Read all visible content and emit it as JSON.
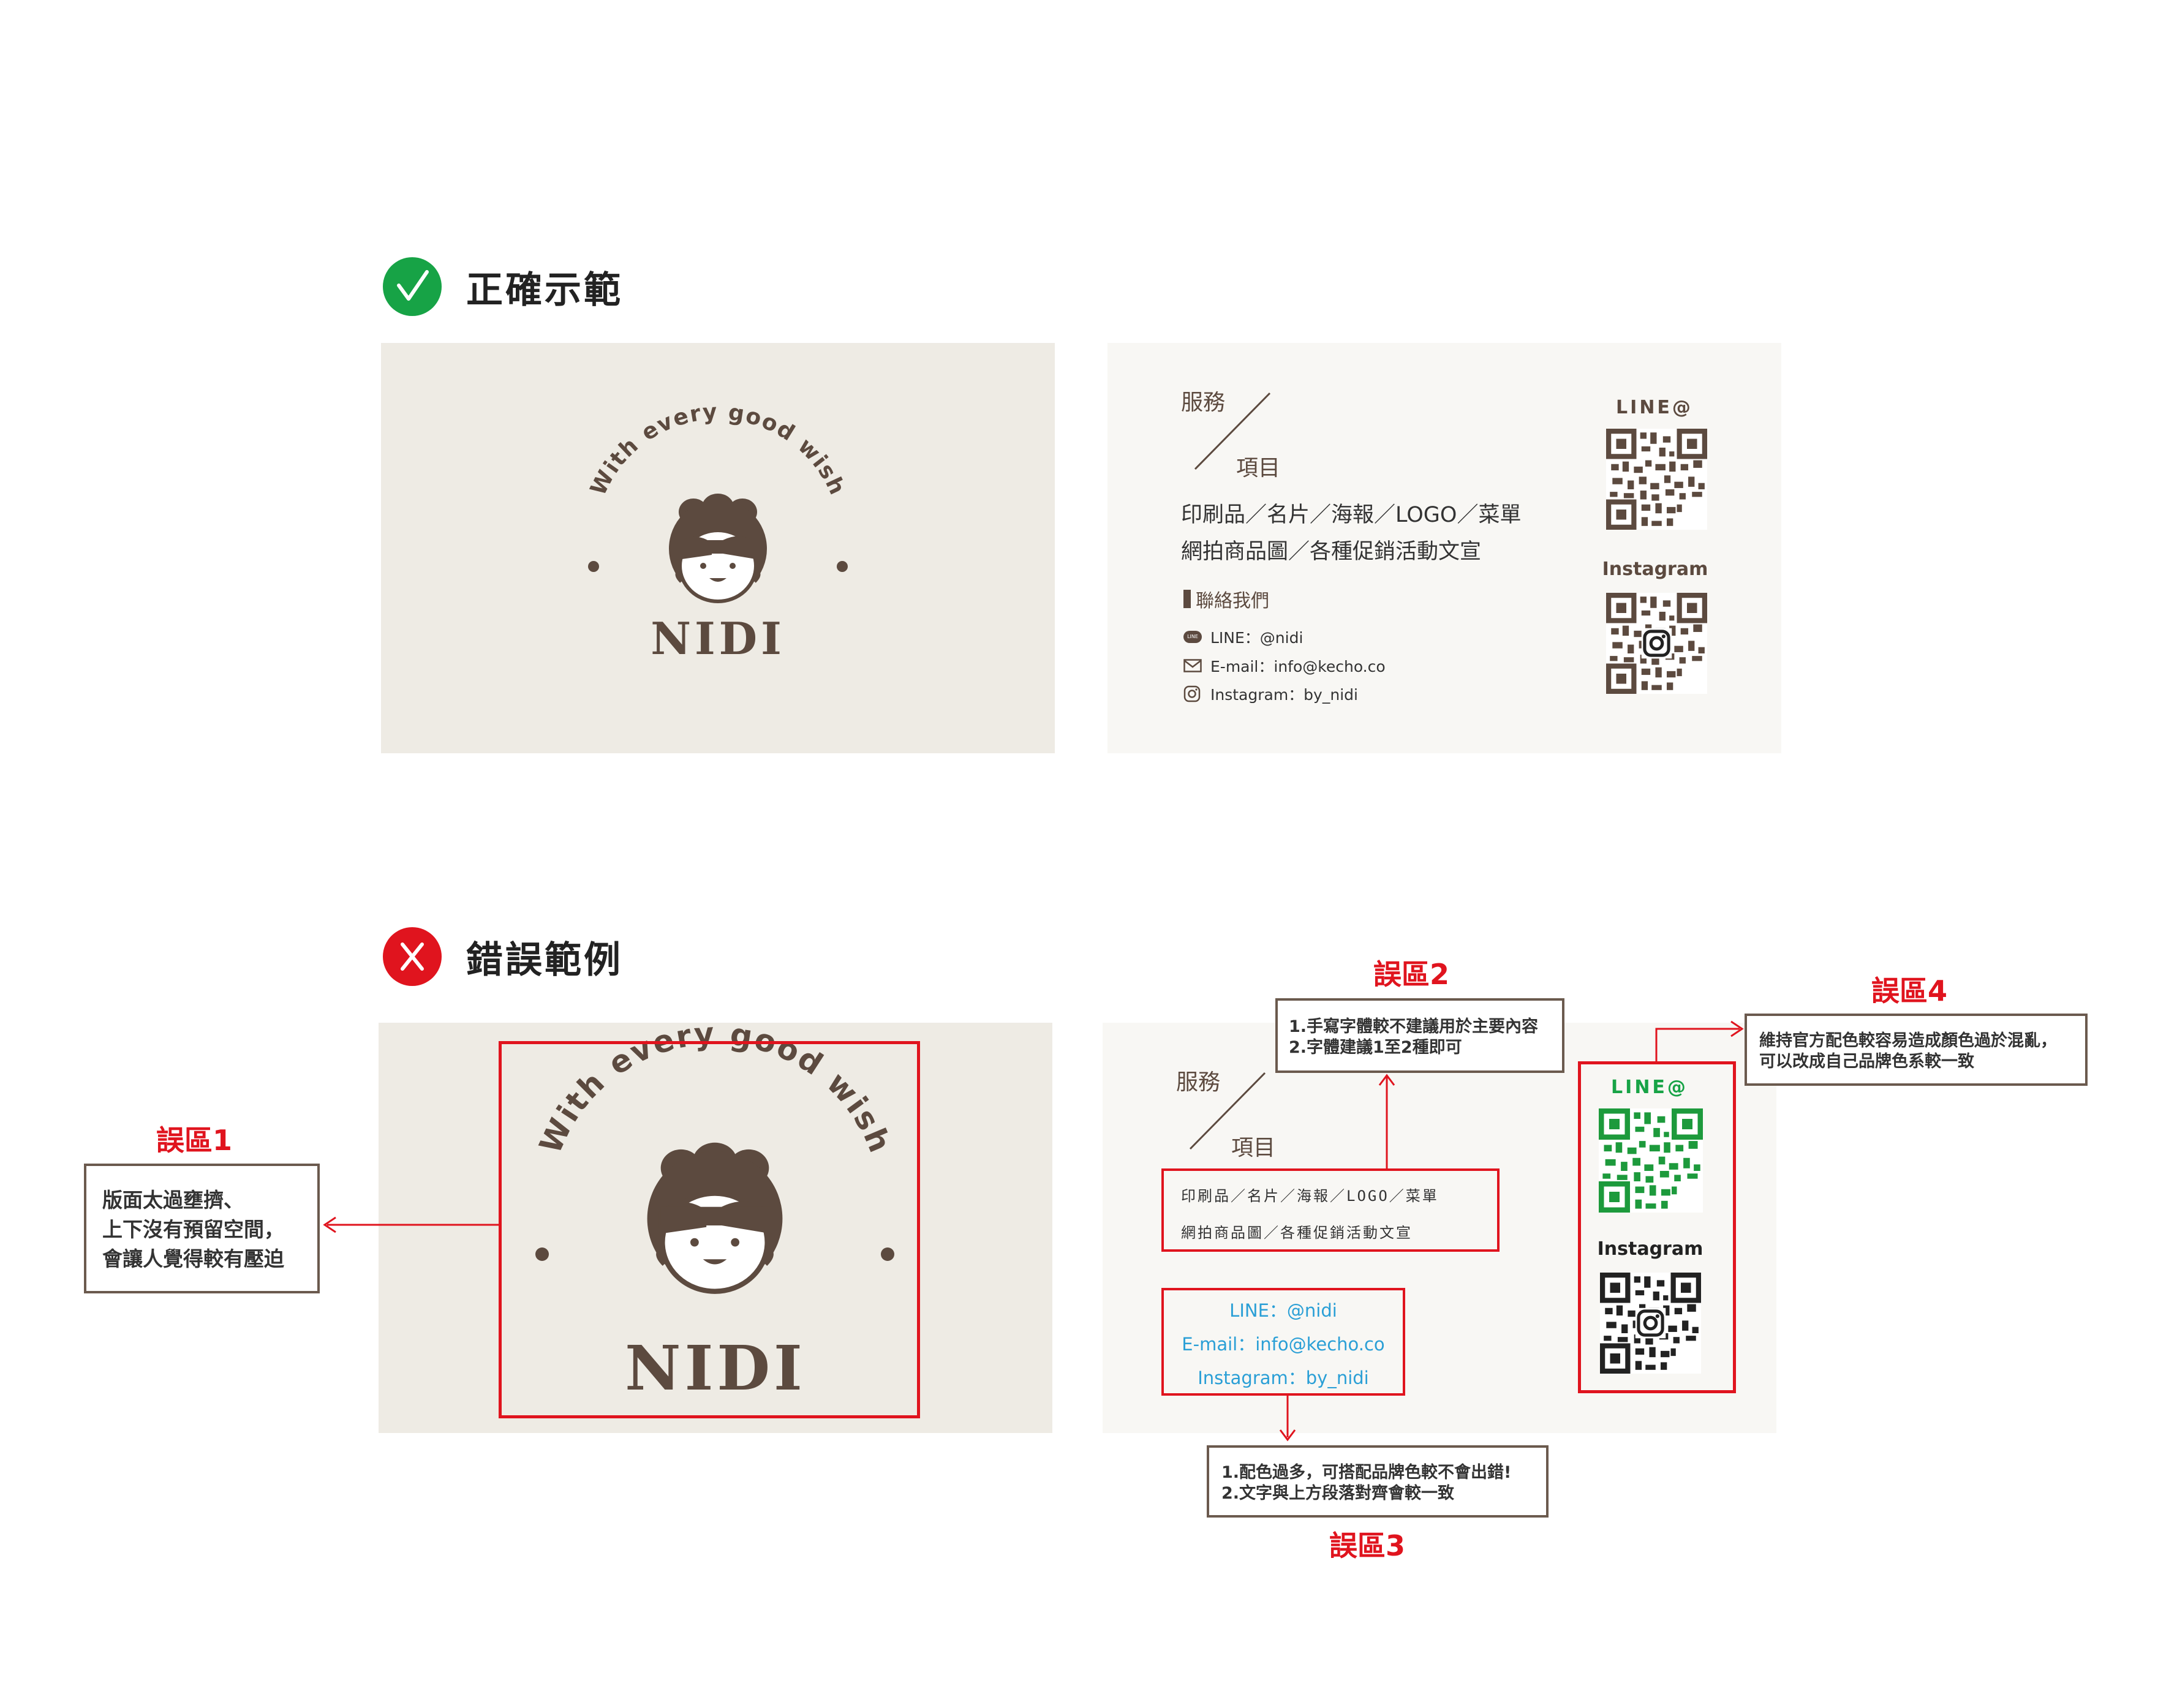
{
  "good": {
    "title": "正確示範",
    "front": {
      "arc_text": "With every good wish",
      "brand": "NIDI"
    },
    "back": {
      "services_top": "服務",
      "services_bottom": "項目",
      "service_line1": "印刷品／名片／海報／LOGO／菜單",
      "service_line2": "網拍商品圖／各種促銷活動文宣",
      "contact_heading": "聯絡我們",
      "line_icon_text": "LINE",
      "line": "LINE：@nidi",
      "email": "E-mail：info@kecho.co",
      "instagram": "Instagram：by_nidi",
      "qr_line_label": "LINE@",
      "qr_ig_label": "Instagram"
    }
  },
  "bad": {
    "title": "錯誤範例",
    "front": {
      "arc_text": "With every good wish",
      "brand": "NIDI"
    },
    "back": {
      "services_top": "服務",
      "services_bottom": "項目",
      "service_line1": "印刷品／名片／海報／LOGO／菜單",
      "service_line2": "網拍商品圖／各種促銷活動文宣",
      "line": "LINE：@nidi",
      "email": "E-mail：info@kecho.co",
      "instagram": "Instagram：by_nidi",
      "qr_line_label": "LINE@",
      "qr_ig_label": "Instagram"
    },
    "errors": [
      {
        "label": "誤區1",
        "lines": [
          "版面太過壅擠、",
          "上下沒有預留空間，",
          "會讓人覺得較有壓迫"
        ]
      },
      {
        "label": "誤區2",
        "lines": [
          "1.手寫字體較不建議用於主要內容",
          "2.字體建議1至2種即可"
        ]
      },
      {
        "label": "誤區3",
        "lines": [
          "1.配色過多，可搭配品牌色較不會出錯!",
          "2.文字與上方段落對齊會較一致"
        ]
      },
      {
        "label": "誤區4",
        "lines": [
          "維持官方配色較容易造成顏色過於混亂，",
          "可以改成自己品牌色系較一致"
        ]
      }
    ]
  },
  "colors": {
    "brown": "#5c4a3f",
    "red": "#e0141e",
    "green": "#17a346",
    "blue": "#2a9fd6",
    "line_green": "#1d8c3a"
  }
}
